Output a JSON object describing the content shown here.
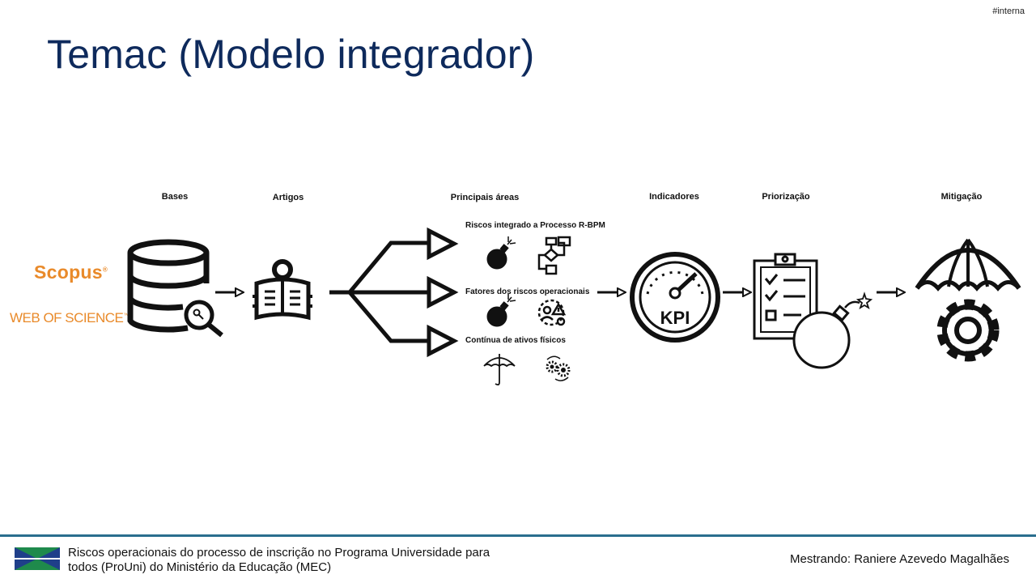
{
  "tag": "#interna",
  "title": "Temac (Modelo integrador)",
  "stages": {
    "bases": "Bases",
    "artigos": "Artigos",
    "areas": "Principais áreas",
    "indicadores": "Indicadores",
    "priorizacao": "Priorização",
    "mitigacao": "Mitigação"
  },
  "areas": [
    "Riscos integrado a Processo R-BPM",
    "Fatores dos riscos operacionais",
    "Contínua de ativos físicos"
  ],
  "logos": {
    "scopus": "Scopus",
    "scopus_mark": "®",
    "wos": "WEB OF SCIENCE",
    "wos_mark": "™"
  },
  "kpi_label": "KPI",
  "colors": {
    "title": "#0e2a5c",
    "logo_orange": "#e98a2a",
    "footer_rule": "#2a6e8e",
    "flag_green": "#1f8a4c",
    "flag_blue": "#1f3f8a"
  },
  "icons": [
    "database-search-icon",
    "reading-person-icon",
    "bomb-icon",
    "flowchart-icon",
    "people-warning-gear-icon",
    "umbrella-icon",
    "gears-cycle-icon",
    "kpi-gauge-icon",
    "checklist-clipboard-icon",
    "umbrella-gear-icon"
  ],
  "footer": {
    "description": "Riscos operacionais do processo de inscrição no Programa Universidade para todos (ProUni) do Ministério da Educação (MEC)",
    "author": "Mestrando: Raniere Azevedo Magalhães"
  }
}
